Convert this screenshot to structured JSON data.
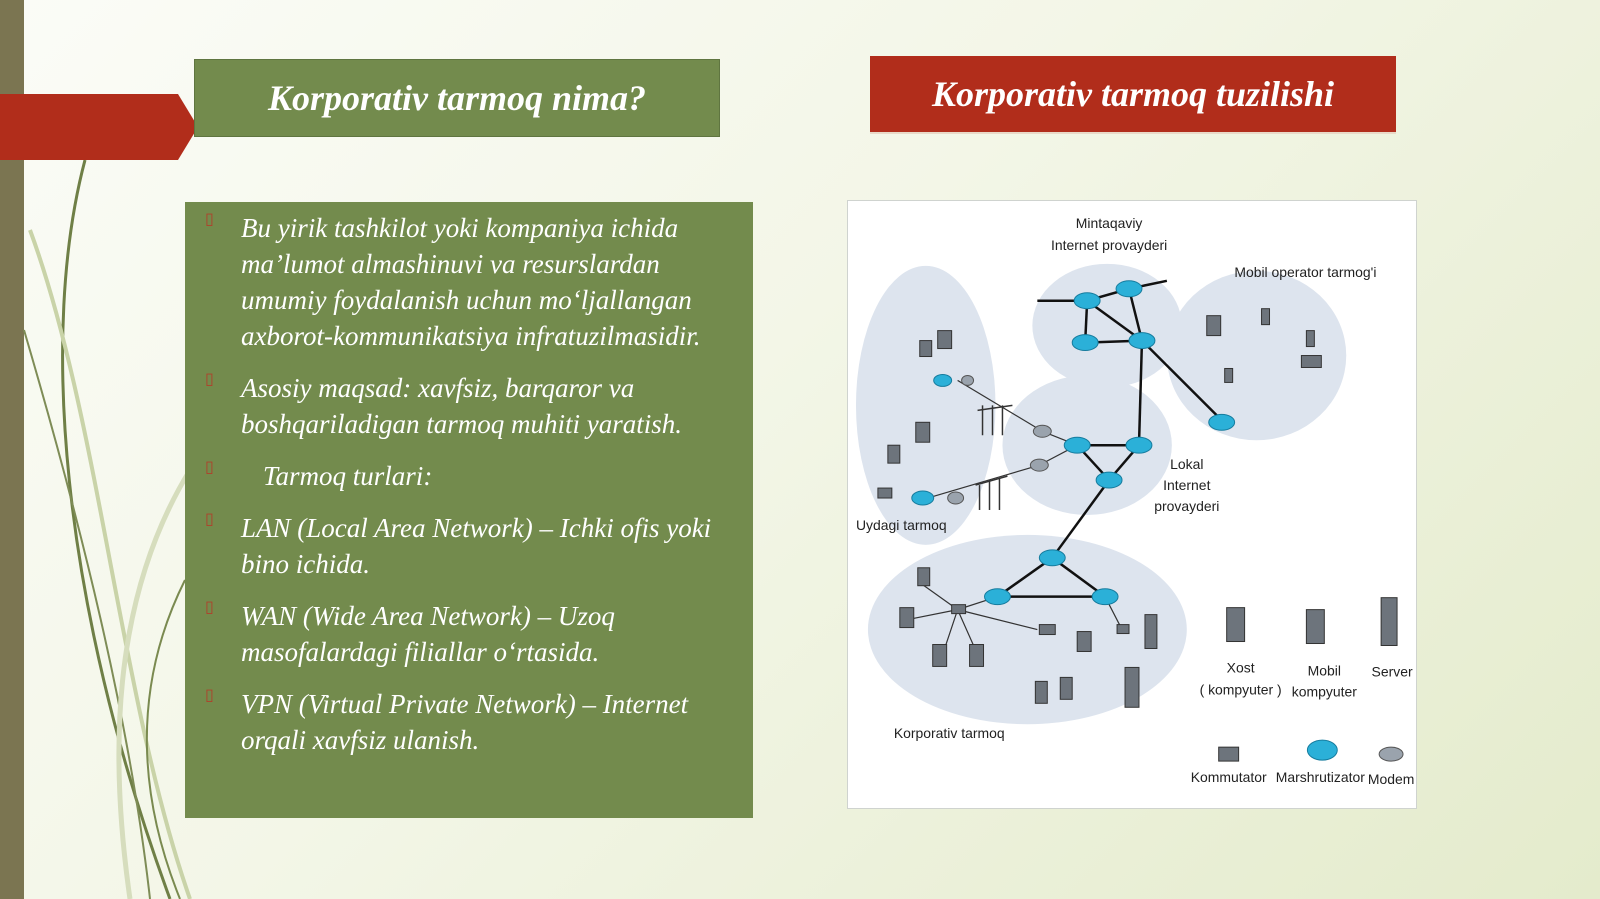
{
  "slide": {
    "left_title": "Korporativ tarmoq nima?",
    "right_title": "Korporativ tarmoq tuzilishi",
    "bullets": [
      "Bu yirik tashkilot yoki kompaniya ichida ma’lumot almashinuvi va resurslardan umumiy foydalanish uchun mo‘ljallangan axborot-kommunikatsiya infratuzilmasidir.",
      "Asosiy maqsad: xavfsiz, barqaror va boshqariladigan tarmoq muhiti yaratish.",
      "Tarmoq turlari:",
      "LAN (Local Area Network) – Ichki ofis yoki bino ichida.",
      "WAN (Wide Area Network) – Uzoq masofalardagi filiallar o‘rtasida.",
      "VPN (Virtual Private Network) – Internet orqali xavfsiz ulanish."
    ]
  },
  "diagram": {
    "regional_isp": [
      "Mintaqaviy",
      "Internet provayderi"
    ],
    "mobile_network": "Mobil operator tarmog'i",
    "local_isp": [
      "Lokal",
      "Internet",
      "provayderi"
    ],
    "home_network": "Uydagi tarmoq",
    "corporate_network": "Korporativ tarmoq",
    "legend": {
      "host": [
        "Xost",
        "( kompyuter )"
      ],
      "mobile": [
        "Mobil",
        "kompyuter"
      ],
      "server": "Server",
      "switch": "Kommutator",
      "router": "Marshrutizator",
      "modem": "Modem"
    }
  },
  "colors": {
    "title_left_bg": "#738b4d",
    "title_right_bg": "#b12d1b",
    "content_bg": "#738b4d",
    "left_bar": "#7b7551",
    "red_tab": "#b12d1b",
    "router": "#2bb0d8",
    "cloud": "#dde4ee"
  }
}
